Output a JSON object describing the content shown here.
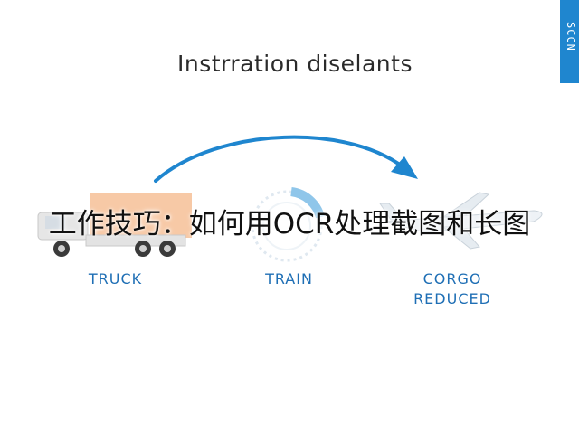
{
  "slide": {
    "title": "Instrration diselants",
    "side_tab_text": "SCCN",
    "items": [
      {
        "label": "TRUCK",
        "icon": "truck-icon"
      },
      {
        "label": "TRAIN",
        "icon": "gauge-icon"
      },
      {
        "label": "CORGO\nREDUCED",
        "icon": "airplane-icon"
      }
    ],
    "colors": {
      "accent": "#1f86cf",
      "label": "#1f6fb5",
      "truck_box": "#f7c9a6"
    }
  },
  "watermark": {
    "text": "工作技巧：如何用OCR处理截图和长图"
  }
}
